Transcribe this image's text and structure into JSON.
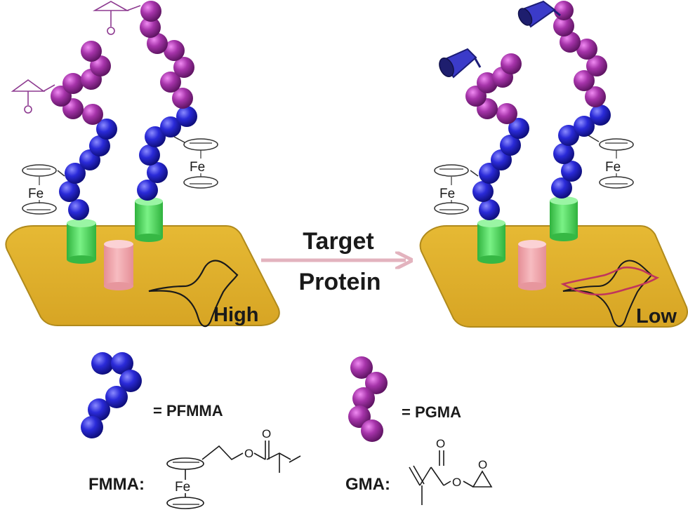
{
  "arrow": {
    "line1": "Target",
    "line2": "Protein"
  },
  "left_panel": {
    "signal": "High"
  },
  "right_panel": {
    "signal": "Low"
  },
  "legend": {
    "pfmma_label": "= PFMMA",
    "pgma_label": "= PGMA",
    "fmma_label": "FMMA:",
    "gma_label": "GMA:"
  },
  "atoms": {
    "iron": "Fe",
    "oxygen": "O"
  },
  "colors": {
    "substrate": "#E1B22E",
    "substrate_edge": "#8a6a14",
    "pfmma_bead": "#2323C8",
    "pgma_bead": "#A231A6",
    "anchor_green": "#4CD85A",
    "anchor_pink": "#F0A0A6",
    "arrow": "#E3B3BE",
    "cv_high": "#1a1a1a",
    "cv_low": "#C0355C",
    "receptor": "#2a2aa8"
  }
}
